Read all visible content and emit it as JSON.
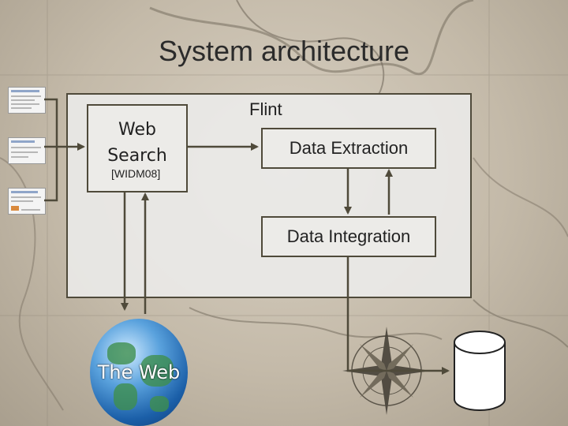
{
  "title": "System architecture",
  "flint": {
    "label": "Flint",
    "web_search": {
      "label_line1": "Web",
      "label_line2": "Search",
      "reference": "[WIDM08]"
    },
    "data_extraction": "Data Extraction",
    "data_integration": "Data Integration"
  },
  "web": {
    "label": "The Web"
  },
  "colors": {
    "box_border": "#4f4a3a",
    "box_fill": "#ecebe8",
    "arrow": "#4f4a3a"
  },
  "icons": [
    "webpage-thumbnail",
    "globe-icon",
    "database-icon",
    "compass-rose-icon",
    "map-background"
  ]
}
